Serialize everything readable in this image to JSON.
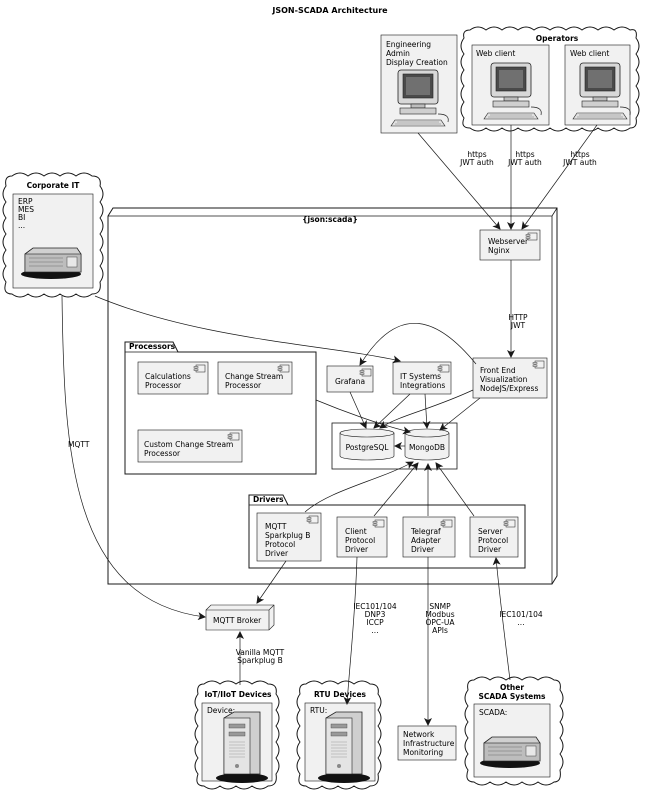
{
  "title": "JSON-SCADA Architecture",
  "groups": {
    "operators": "Operators",
    "corporate_it": "Corporate IT",
    "json_scada": "{json:scada}",
    "processors": "Processors",
    "drivers": "Drivers",
    "iot_devices": "IoT/IIoT Devices",
    "rtu_devices": "RTU Devices",
    "other_scada_1": "Other",
    "other_scada_2": "SCADA Systems"
  },
  "nodes": {
    "eng_admin": [
      "Engineering",
      "Admin",
      "Display Creation"
    ],
    "web_client_1": "Web client",
    "web_client_2": "Web client",
    "corp_it_body": [
      "ERP",
      "MES",
      "BI",
      "..."
    ],
    "webserver": [
      "Webserver",
      "Nginx"
    ],
    "front_end": [
      "Front End",
      "Visualization",
      "NodeJS/Express"
    ],
    "grafana": "Grafana",
    "it_systems": [
      "IT Systems",
      "Integrations"
    ],
    "calc_processor": [
      "Calculations",
      "Processor"
    ],
    "change_stream": [
      "Change Stream",
      "Processor"
    ],
    "custom_change_stream": [
      "Custom Change Stream",
      "Processor"
    ],
    "postgresql": "PostgreSQL",
    "mongodb": "MongoDB",
    "mqtt_driver": [
      "MQTT",
      "Sparkplug B",
      "Protocol",
      "Driver"
    ],
    "client_driver": [
      "Client",
      "Protocol",
      "Driver"
    ],
    "telegraf_driver": [
      "Telegraf",
      "Adapter",
      "Driver"
    ],
    "server_driver": [
      "Server",
      "Protocol",
      "Driver"
    ],
    "mqtt_broker": "MQTT Broker",
    "device": "Device:",
    "rtu": "RTU:",
    "scada": "SCADA:",
    "network": [
      "Network",
      "Infrastructure",
      "Monitoring"
    ]
  },
  "edge_labels": {
    "https_1": [
      "https",
      "JWT auth"
    ],
    "https_2": [
      "https",
      "JWT auth"
    ],
    "https_3": [
      "https",
      "JWT auth"
    ],
    "http_jwt": [
      "HTTP",
      "JWT"
    ],
    "mqtt": "MQTT",
    "vanilla": [
      "Vanilla MQTT",
      "Sparkplug B"
    ],
    "iec_client": [
      "IEC101/104",
      "DNP3",
      "ICCP",
      "..."
    ],
    "snmp": [
      "SNMP",
      "Modbus",
      "OPC-UA",
      "APIs"
    ],
    "iec_server": [
      "IEC101/104",
      "..."
    ]
  }
}
